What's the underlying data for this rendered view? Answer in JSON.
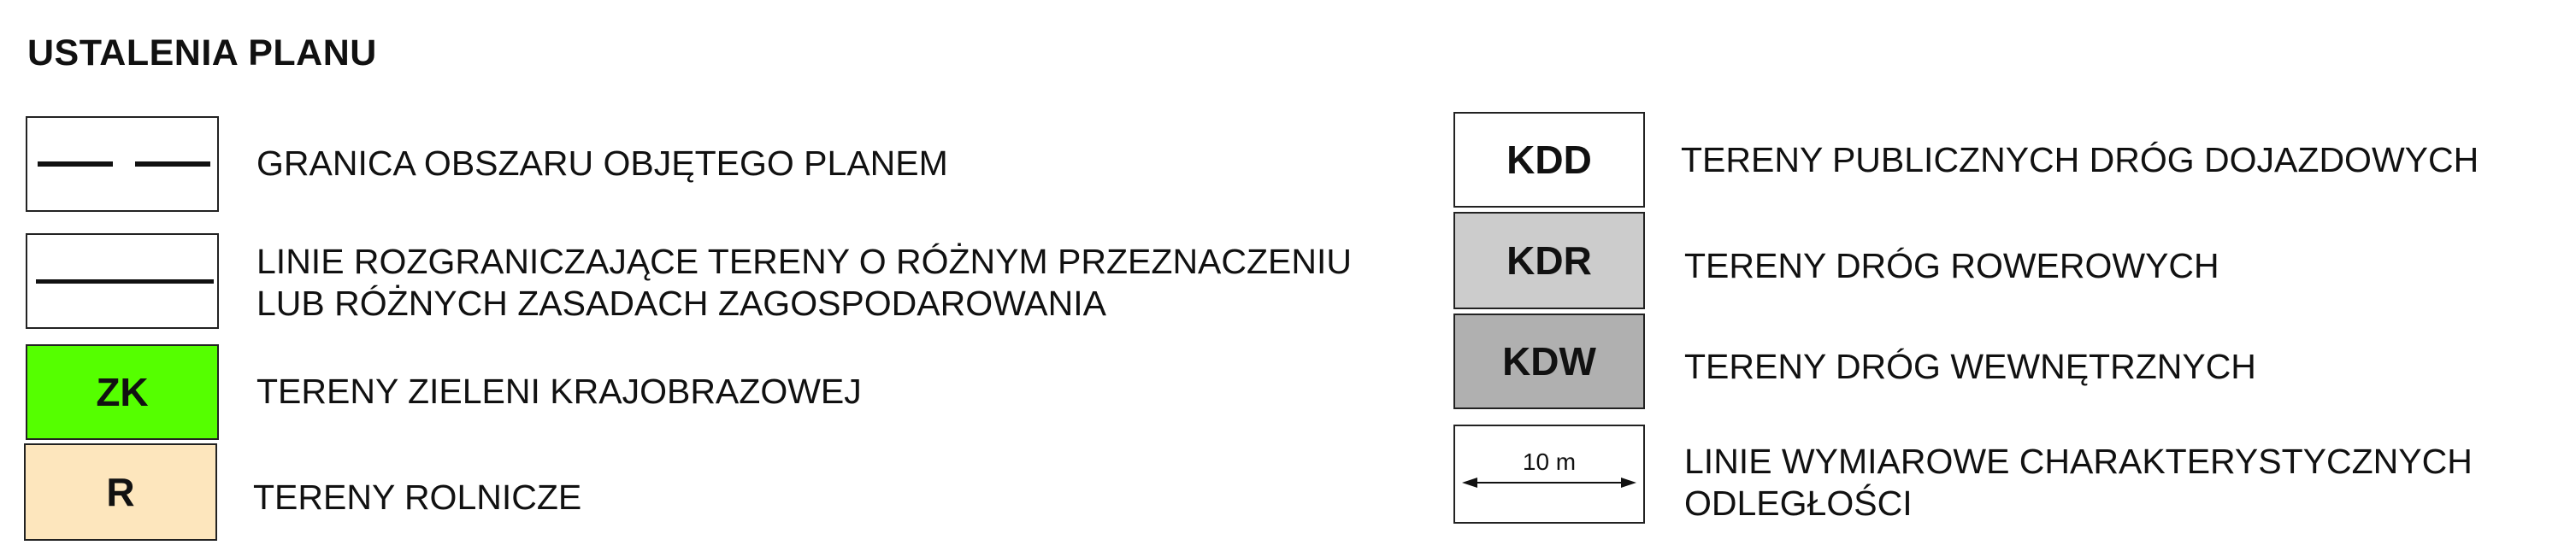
{
  "title": "USTALENIA PLANU",
  "left_column": [
    {
      "symbol_type": "dashed-line",
      "label_lines": [
        "GRANICA OBSZARU OBJĘTEGO PLANEM"
      ]
    },
    {
      "symbol_type": "solid-line",
      "label_lines": [
        "LINIE ROZGRANICZAJĄCE TERENY O RÓŻNYM PRZEZNACZENIU",
        "LUB RÓŻNYCH ZASADACH ZAGOSPODAROWANIA"
      ]
    },
    {
      "symbol_type": "fill",
      "code": "ZK",
      "fill_color": "#55ff00",
      "label_lines": [
        "TERENY ZIELENI KRAJOBRAZOWEJ"
      ]
    },
    {
      "symbol_type": "fill",
      "code": "R",
      "fill_color": "#fde6bd",
      "label_lines": [
        "TERENY ROLNICZE"
      ]
    }
  ],
  "right_column": [
    {
      "symbol_type": "fill",
      "code": "KDD",
      "fill_color": "#ffffff",
      "label_lines": [
        "TERENY PUBLICZNYCH DRÓG DOJAZDOWYCH"
      ]
    },
    {
      "symbol_type": "fill",
      "code": "KDR",
      "fill_color": "#cccccc",
      "label_lines": [
        "TERENY DRÓG ROWEROWYCH"
      ]
    },
    {
      "symbol_type": "fill",
      "code": "KDW",
      "fill_color": "#b0b0b0",
      "label_lines": [
        "TERENY DRÓG WEWNĘTRZNYCH"
      ]
    },
    {
      "symbol_type": "dimension",
      "code": "10 m",
      "fill_color": "#ffffff",
      "label_lines": [
        "LINIE WYMIAROWE CHARAKTERYSTYCZNYCH",
        "ODLEGŁOŚCI"
      ]
    }
  ]
}
